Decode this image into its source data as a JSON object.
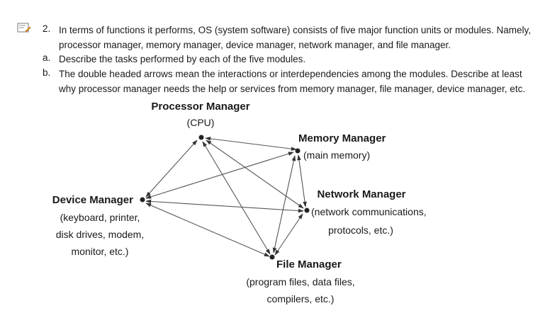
{
  "question": {
    "number": "2.",
    "text": "In terms of functions it performs, OS (system software) consists of five major function units or modules. Namely, processor manager, memory manager, device manager, network manager, and file manager.",
    "parts": [
      {
        "letter": "a.",
        "text": "Describe the tasks performed by each of the five modules."
      },
      {
        "letter": "b.",
        "text": "The double headed arrows mean the interactions or interdependencies among the modules. Describe at least why processor manager needs the help or services from memory manager, file manager, device manager, etc."
      }
    ]
  },
  "diagram": {
    "processor": {
      "name": "Processor Manager",
      "desc": "(CPU)"
    },
    "memory": {
      "name": "Memory Manager",
      "desc": "(main memory)"
    },
    "network": {
      "name": "Network Manager",
      "desc1": "(network communications,",
      "desc2": "protocols, etc.)"
    },
    "device": {
      "name": "Device Manager",
      "desc1": "(keyboard, printer,",
      "desc2": "disk drives, modem,",
      "desc3": "monitor, etc.)"
    },
    "file": {
      "name": "File Manager",
      "desc1": "(program files, data files,",
      "desc2": "compilers, etc.)"
    }
  }
}
